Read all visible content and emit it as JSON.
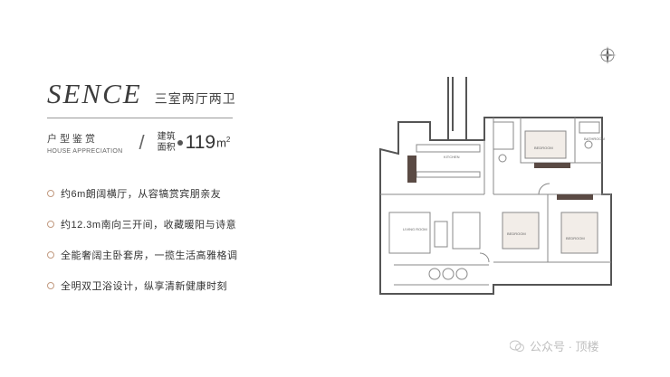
{
  "header": {
    "brand": "SENCE",
    "subtitle": "三室两厅两卫",
    "appreciation_cn": "户型鉴赏",
    "appreciation_en": "HOUSE APPRECIATION",
    "area_label_1": "建筑",
    "area_label_2": "面积",
    "area_value": "119",
    "area_unit": "m",
    "area_unit_sup": "2"
  },
  "features": [
    "约6m朗阔横厅，从容犒赏宾朋亲友",
    "约12.3m南向三开间，收藏暖阳与诗意",
    "全能奢阔主卧套房，一揽生活高雅格调",
    "全明双卫浴设计，纵享清新健康时刻"
  ],
  "colors": {
    "accent": "#c29a80",
    "wall": "#555555",
    "line": "#9a9a9a"
  },
  "watermark": {
    "text": "公众号 · 顶楼",
    "icon": "wechat-icon"
  }
}
